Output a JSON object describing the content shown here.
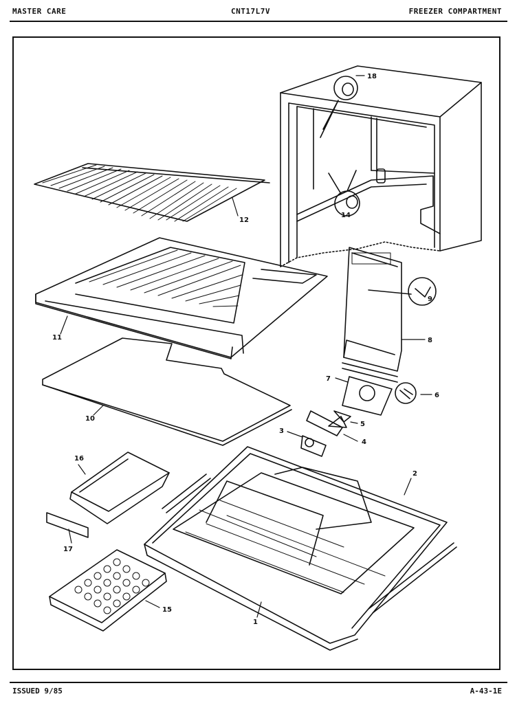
{
  "header": {
    "left": "MASTER CARE",
    "center": "CNT17L7V",
    "right": "FREEZER COMPARTMENT"
  },
  "footer": {
    "left": "ISSUED 9/85",
    "right": "A-43-1E"
  },
  "parts": {
    "p1": "1",
    "p2": "2",
    "p3": "3",
    "p4": "4",
    "p5": "5",
    "p6": "6",
    "p7": "7",
    "p8": "8",
    "p9": "9",
    "p10": "10",
    "p11": "11",
    "p12": "12",
    "p14": "14",
    "p15": "15",
    "p16": "16",
    "p17": "17",
    "p18": "18"
  }
}
